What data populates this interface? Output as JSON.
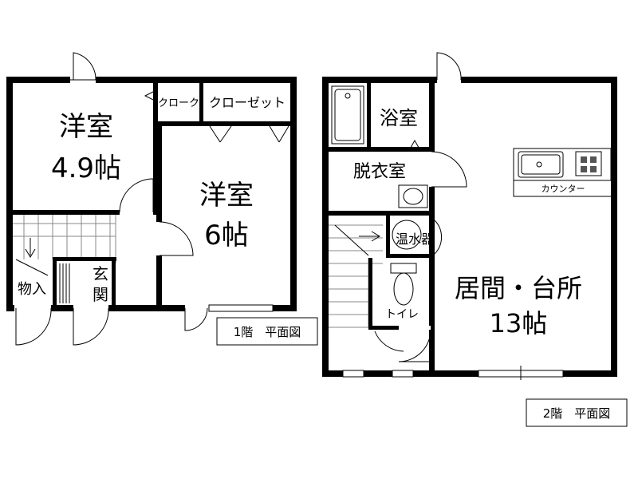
{
  "floor1": {
    "room_a": {
      "name": "洋室",
      "size": "4.9帖"
    },
    "room_b": {
      "name": "洋室",
      "size": "6帖"
    },
    "cloak": "クローク",
    "closet": "クローゼット",
    "storage": "物入",
    "entrance": [
      "玄",
      "関"
    ],
    "plan_label": "1階　平面図"
  },
  "floor2": {
    "bath": "浴室",
    "dressing": "脱衣室",
    "water_heater": "温水器",
    "counter": "カウンター",
    "toilet": "トイレ",
    "living": {
      "name": "居間・台所",
      "size": "13帖"
    },
    "plan_label": "2階　平面図"
  }
}
